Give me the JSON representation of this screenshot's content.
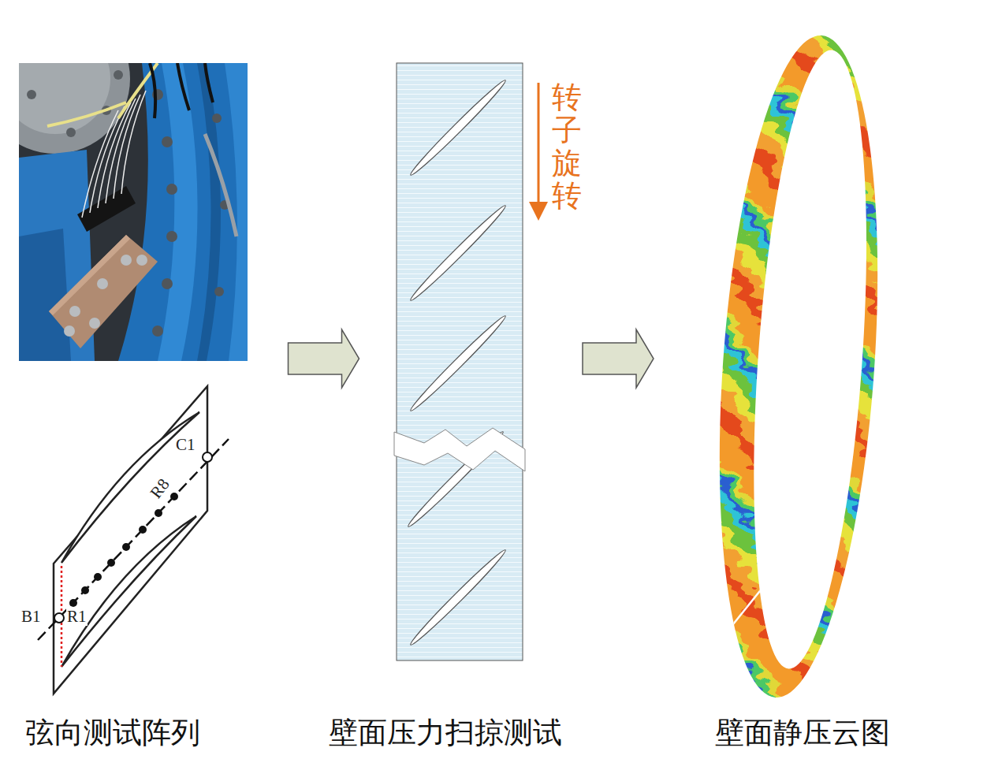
{
  "diagram": {
    "nodes": [
      {
        "text": [
          "弦向测试阵列"
        ]
      },
      {
        "text": [
          "壁面压力扫掠测试"
        ]
      },
      {
        "text": [
          "壁面静压云图"
        ]
      }
    ],
    "edges": [
      {
        "from": 0,
        "to": 1,
        "arrow": "to"
      },
      {
        "from": 1,
        "to": 2,
        "arrow": "to"
      }
    ],
    "labels": [
      "转子旋转",
      "C1",
      "R8",
      "B1",
      "R1"
    ]
  }
}
